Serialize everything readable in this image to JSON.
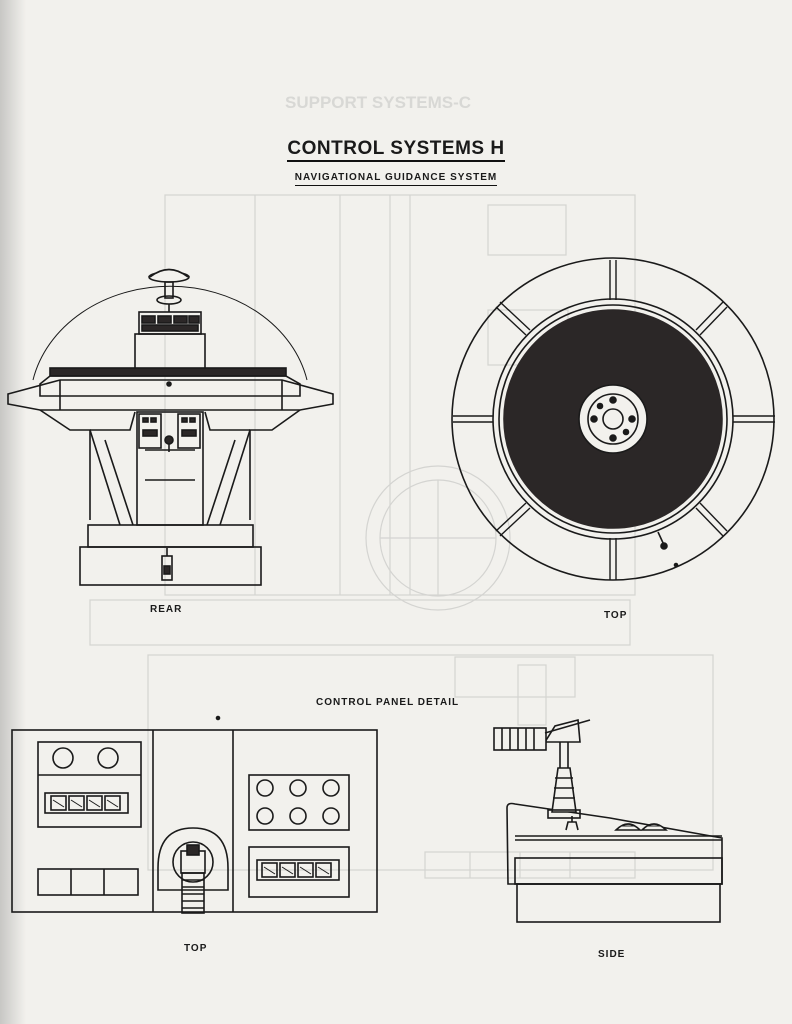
{
  "page": {
    "title": "CONTROL SYSTEMS H",
    "subtitle": "NAVIGATIONAL GUIDANCE SYSTEM",
    "ghost_heading": "SUPPORT SYSTEMS-C"
  },
  "views": {
    "rear": "REAR",
    "top_console": "TOP",
    "panel_heading": "CONTROL PANEL DETAIL",
    "panel_top": "TOP",
    "panel_side": "SIDE"
  },
  "colors": {
    "ink": "#1a1a1a",
    "paper": "#f2f1ed",
    "faint": "#cfcfcc",
    "fill_dark": "#2b2727"
  }
}
